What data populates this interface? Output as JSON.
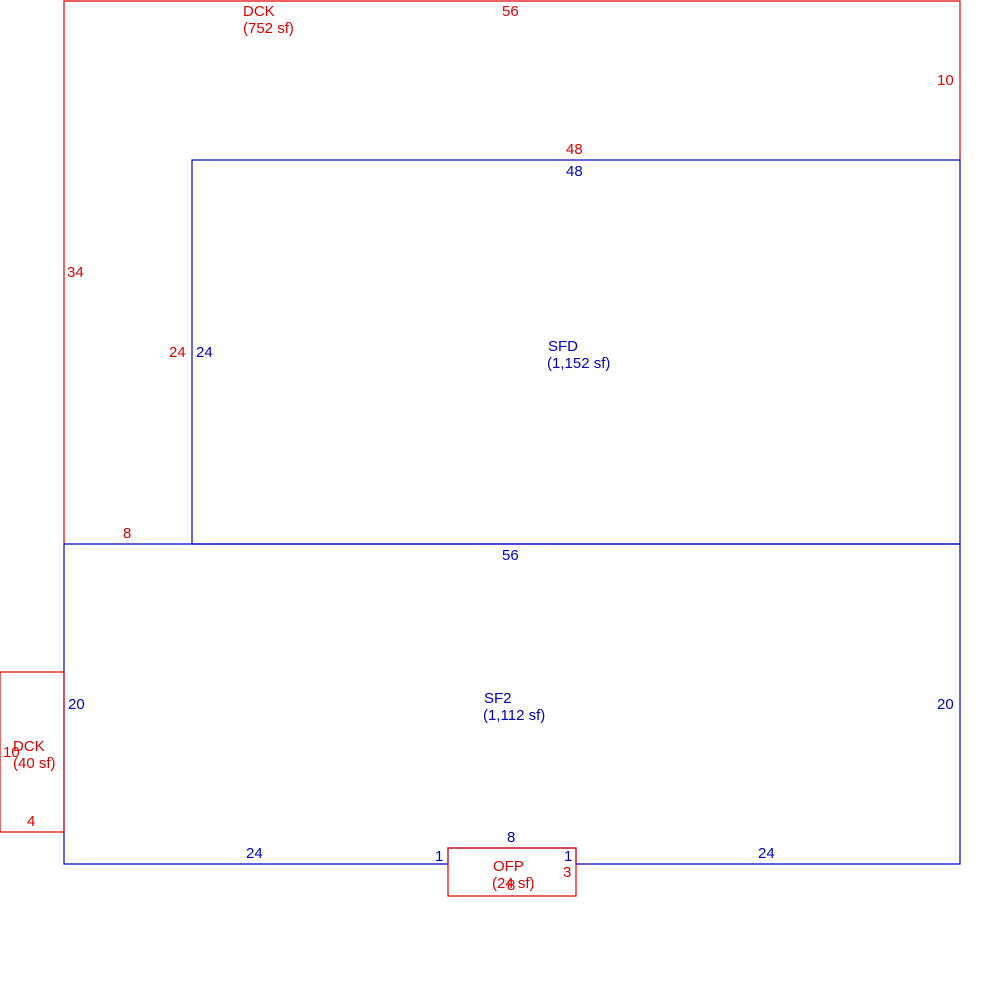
{
  "colors": {
    "deck": "#e00000",
    "living": "#0000c8"
  },
  "areas": {
    "dck_top": {
      "code": "DCK",
      "area": "(752 sf)"
    },
    "sfd": {
      "code": "SFD",
      "area": "(1,152 sf)"
    },
    "sf2": {
      "code": "SF2",
      "area": "(1,112 sf)"
    },
    "dck_left": {
      "code": "DCK",
      "area": "(40 sf)"
    },
    "ofp": {
      "code": "OFP",
      "area": "(24 sf)"
    }
  },
  "dims": {
    "dck_top": {
      "top": "56",
      "right": "10",
      "inner_top": "48",
      "left": "34",
      "inner_left": "24",
      "bottom": "8"
    },
    "sfd": {
      "top": "48",
      "left": "24"
    },
    "sf2": {
      "top": "56",
      "left": "20",
      "right": "20",
      "bottom_left": "24",
      "bottom_right": "24",
      "notch_left": "1",
      "notch_right": "1",
      "notch_top": "8"
    },
    "dck_left": {
      "left": "10",
      "bottom": "4"
    },
    "ofp": {
      "right": "3",
      "bottom": "8"
    }
  }
}
